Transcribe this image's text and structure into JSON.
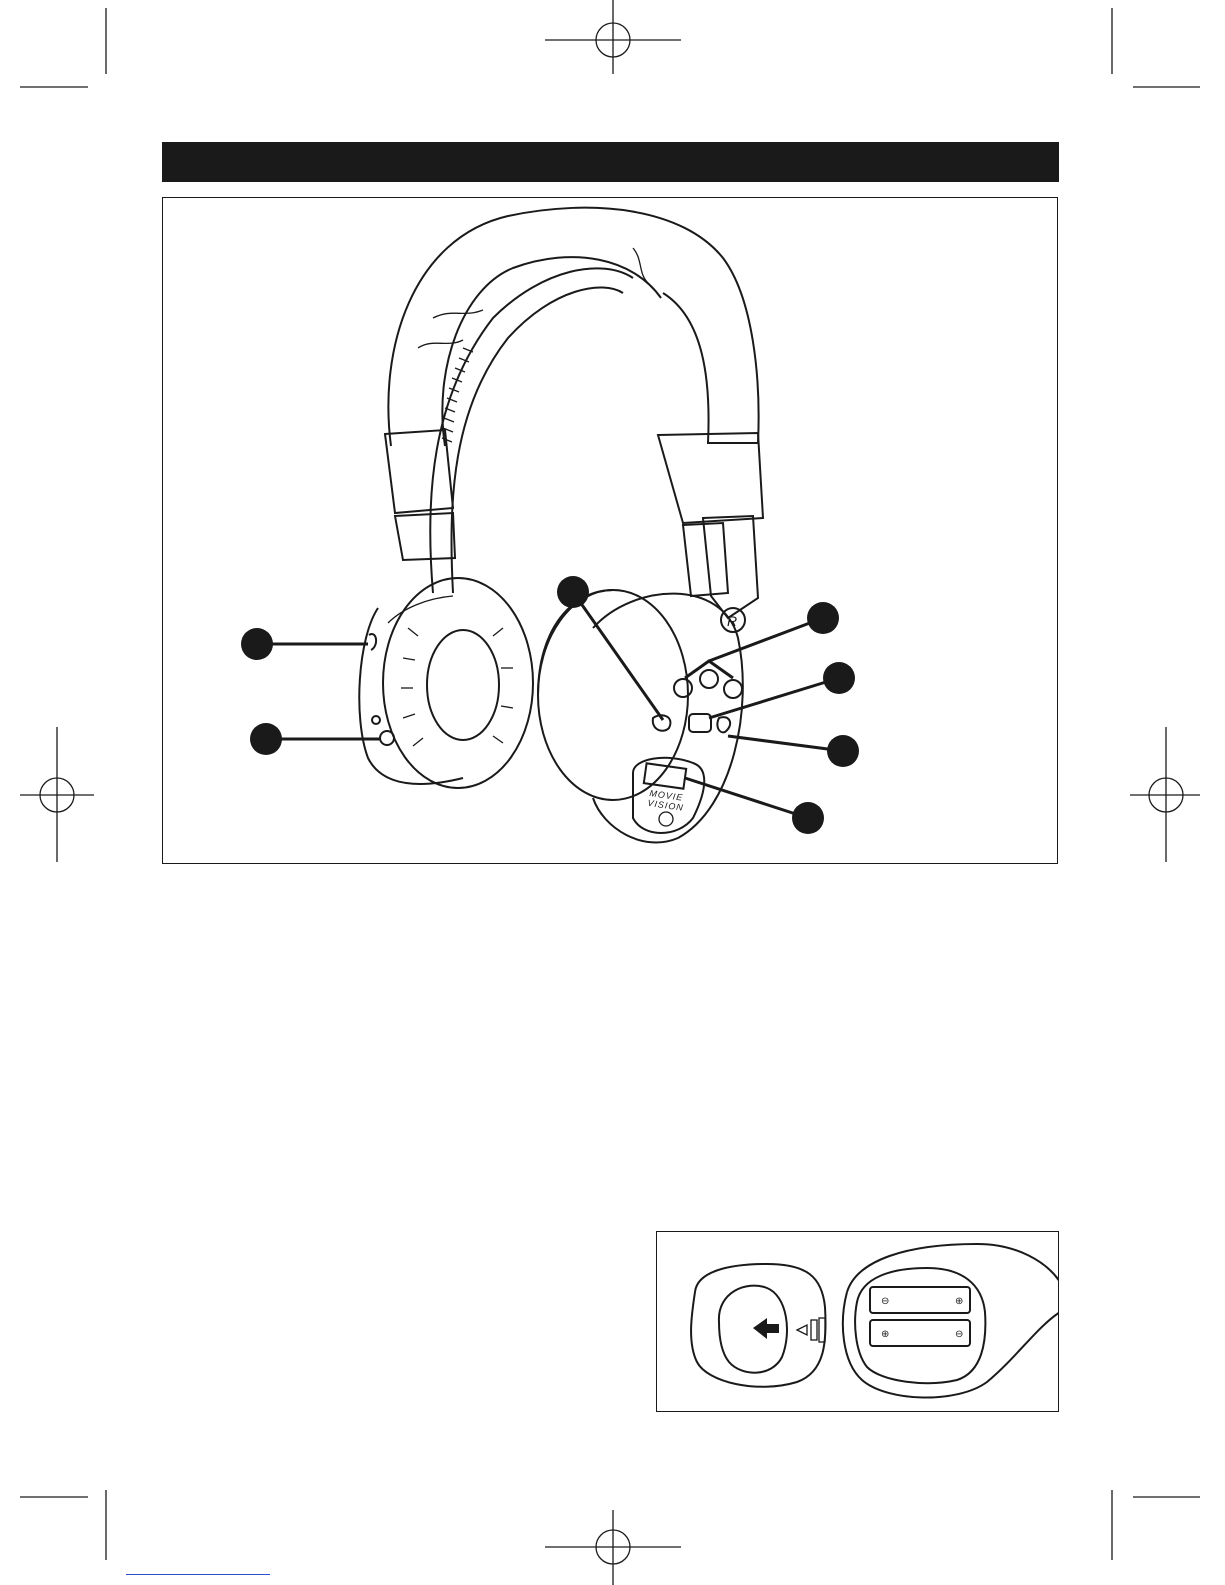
{
  "header": {
    "title": ""
  },
  "figure": {
    "logo": {
      "line1": "MOVIE",
      "line2": "VISION"
    },
    "side_letter": "R"
  },
  "colors": {
    "ink": "#1a1a1a",
    "paper": "#ffffff",
    "link": "#2a4fd0"
  },
  "icons": [
    "registration-mark-icon",
    "callout-dot-icon",
    "arrow-icon",
    "battery-icon"
  ]
}
